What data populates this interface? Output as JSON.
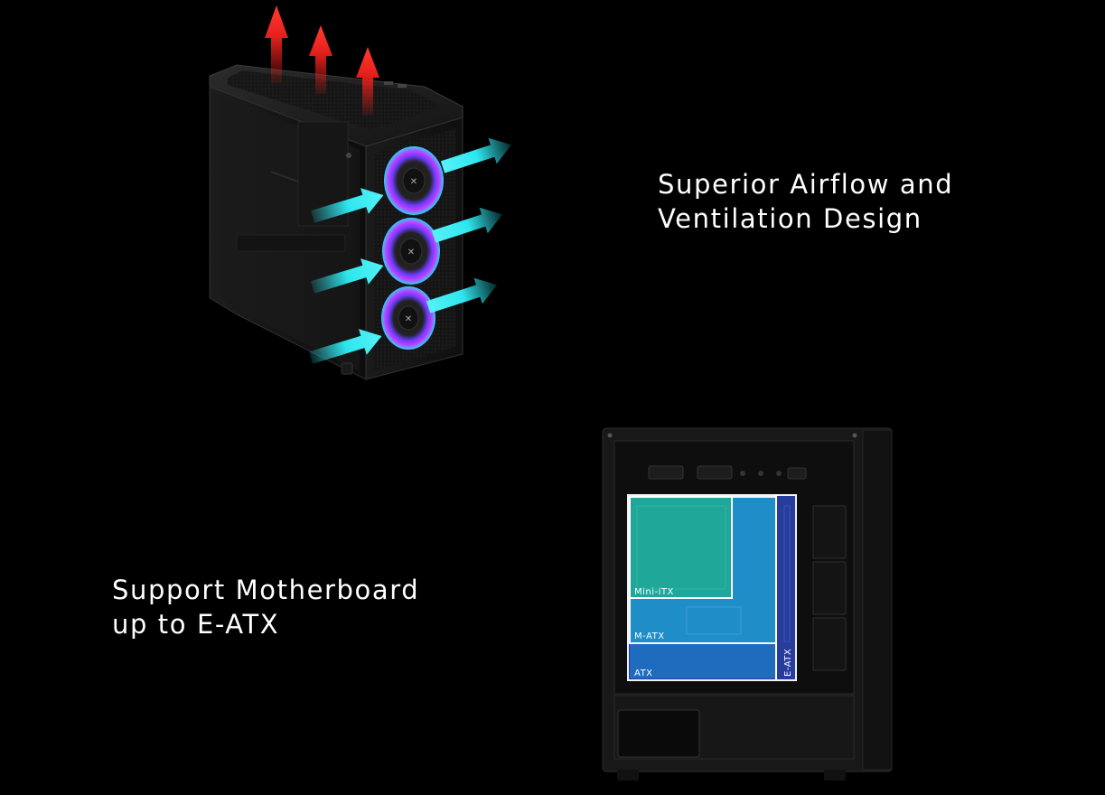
{
  "airflow": {
    "heading_line1": "Superior Airflow and",
    "heading_line2": "Ventilation Design",
    "exhaust_arrow_color": "#e5201b",
    "intake_arrow_color": "#2ee6ee",
    "fan_count": 3,
    "exhaust_arrow_count": 3,
    "intake_arrow_count": 6
  },
  "motherboard": {
    "heading_line1": "Support Motherboard",
    "heading_line2": "up to E-ATX",
    "labels": {
      "mini_itx": "Mini-iTX",
      "m_atx": "M-ATX",
      "atx": "ATX",
      "e_atx": "E-ATX"
    },
    "colors": {
      "mini_itx": "#1fa79a",
      "m_atx": "#1f8fc9",
      "atx": "#1f6ec0",
      "e_atx": "#2a3fa3"
    }
  }
}
